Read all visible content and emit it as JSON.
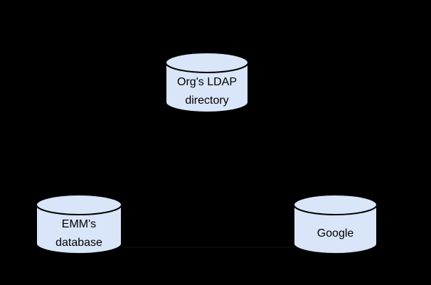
{
  "canvas": {
    "background_color": "#000000"
  },
  "diagram": {
    "description": "Directory sync diagram with three database cylinders",
    "nodes": [
      {
        "id": "ldap-directory",
        "shape": "cylinder",
        "fill_color": "#d9e5f8",
        "stroke_color": "#000000",
        "lines": [
          "Org's LDAP",
          "directory"
        ]
      },
      {
        "id": "emm-database",
        "shape": "cylinder",
        "fill_color": "#d9e5f8",
        "stroke_color": "#000000",
        "lines": [
          "EMM's",
          "database"
        ]
      },
      {
        "id": "google",
        "shape": "cylinder",
        "fill_color": "#d9e5f8",
        "stroke_color": "#000000",
        "lines": [
          "Google"
        ]
      }
    ],
    "connectors": [
      {
        "from": "emm-database",
        "to": "google",
        "color": "#0a0a0a"
      }
    ]
  }
}
